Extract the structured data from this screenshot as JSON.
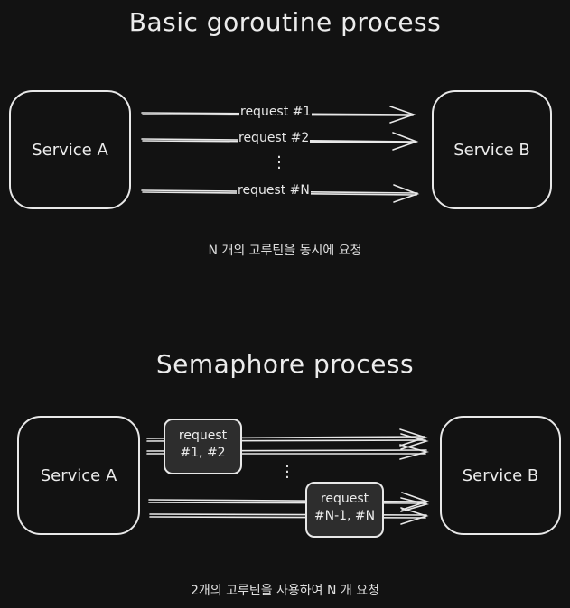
{
  "basic": {
    "title": "Basic goroutine process",
    "service_a": "Service A",
    "service_b": "Service B",
    "requests": [
      "request #1",
      "request #2",
      "request #N"
    ],
    "caption": "N 개의 고루틴을 동시에 요청"
  },
  "semaphore": {
    "title": "Semaphore process",
    "service_a": "Service A",
    "service_b": "Service B",
    "batches": [
      {
        "line1": "request",
        "line2": "#1, #2"
      },
      {
        "line1": "request",
        "line2": "#N-1, #N"
      }
    ],
    "caption": "2개의 고루틴을 사용하여 N 개 요청"
  },
  "colors": {
    "background": "#121212",
    "stroke": "#e8e8e8",
    "batch_fill": "#2d2d2d"
  }
}
